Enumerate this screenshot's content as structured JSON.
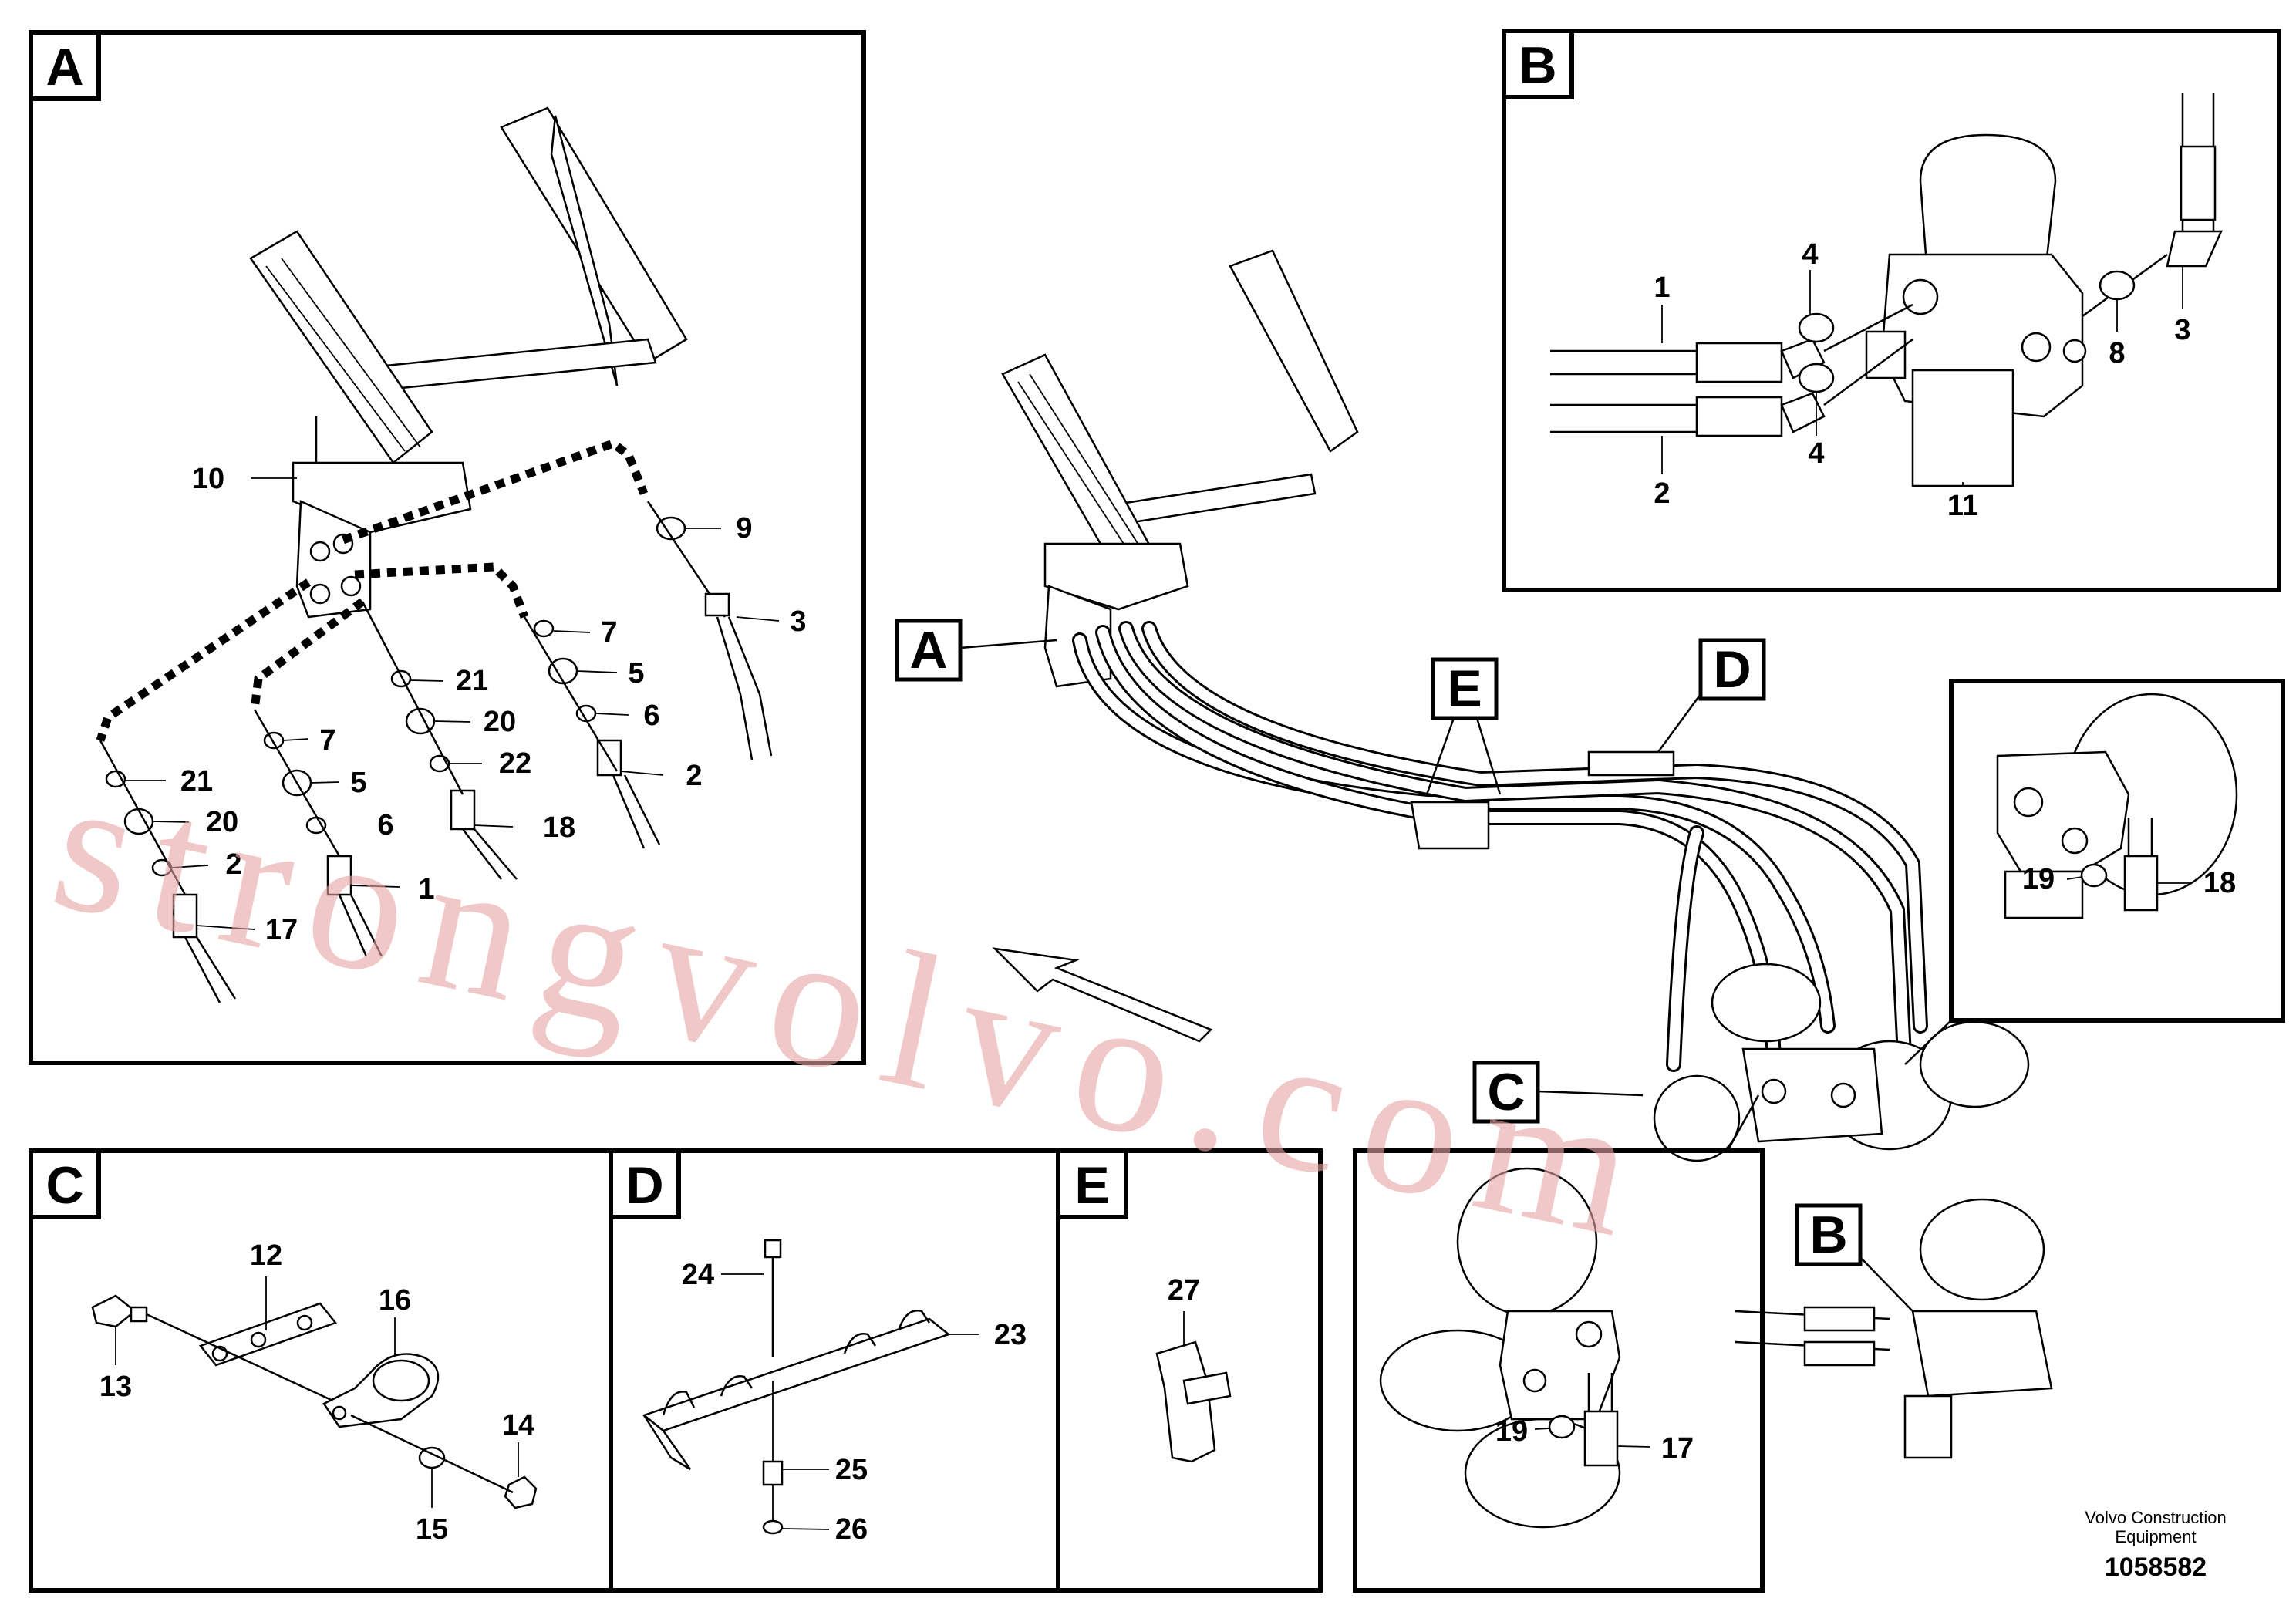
{
  "panels": {
    "a": {
      "letter": "A"
    },
    "b": {
      "letter": "B"
    },
    "c": {
      "letter": "C"
    },
    "d": {
      "letter": "D"
    },
    "e": {
      "letter": "E"
    },
    "overview_a": "A",
    "overview_b": "B",
    "overview_c": "C",
    "overview_d": "D",
    "overview_e": "E"
  },
  "callouts": {
    "a": [
      "10",
      "9",
      "3",
      "7",
      "5",
      "6",
      "2",
      "21",
      "20",
      "22",
      "18",
      "1",
      "7",
      "5",
      "6",
      "21",
      "20",
      "2",
      "17"
    ],
    "b": [
      "1",
      "4",
      "4",
      "2",
      "11",
      "8",
      "3"
    ],
    "c": [
      "12",
      "16",
      "13",
      "14",
      "15"
    ],
    "d": [
      "24",
      "23",
      "25",
      "26"
    ],
    "e": [
      "27"
    ],
    "detail_top": [
      "19",
      "18"
    ],
    "detail_bottom": [
      "19",
      "17"
    ]
  },
  "footer": {
    "brand": "Volvo Construction",
    "brand2": "Equipment",
    "drawing_no": "1058582"
  },
  "watermark": "strongvolvo.com"
}
